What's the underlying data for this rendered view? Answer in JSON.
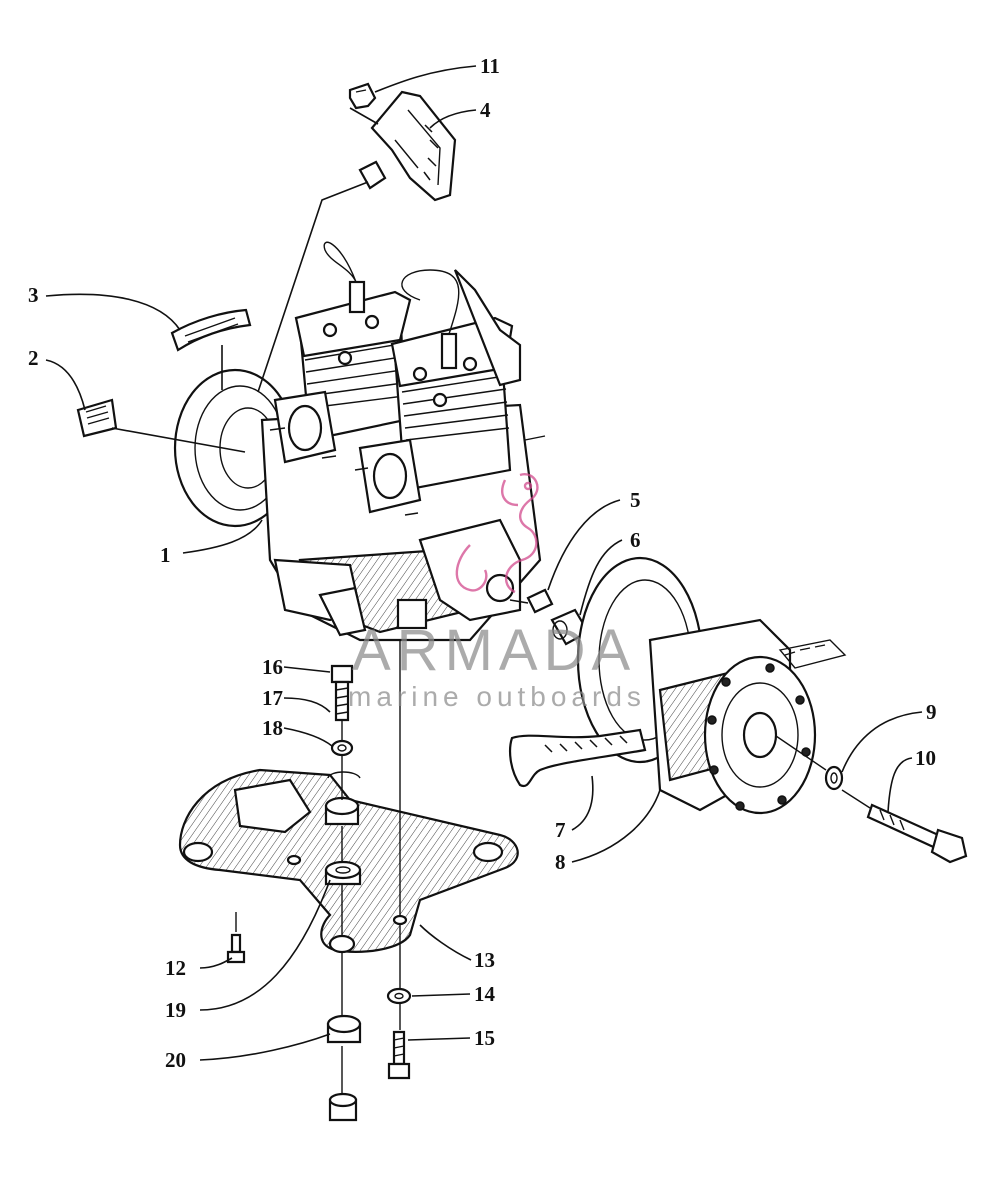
{
  "watermark": {
    "brand": "ARMADA",
    "tagline": "marine outboards",
    "logo_color": "#d24a8c"
  },
  "callouts": [
    {
      "id": "c1",
      "number": "1"
    },
    {
      "id": "c2",
      "number": "2"
    },
    {
      "id": "c3",
      "number": "3"
    },
    {
      "id": "c4",
      "number": "4"
    },
    {
      "id": "c5",
      "number": "5"
    },
    {
      "id": "c6",
      "number": "6"
    },
    {
      "id": "c7",
      "number": "7"
    },
    {
      "id": "c8",
      "number": "8"
    },
    {
      "id": "c9",
      "number": "9"
    },
    {
      "id": "c10",
      "number": "10"
    },
    {
      "id": "c11",
      "number": "11"
    },
    {
      "id": "c12",
      "number": "12"
    },
    {
      "id": "c13",
      "number": "13"
    },
    {
      "id": "c14",
      "number": "14"
    },
    {
      "id": "c15",
      "number": "15"
    },
    {
      "id": "c16",
      "number": "16"
    },
    {
      "id": "c17",
      "number": "17"
    },
    {
      "id": "c18",
      "number": "18"
    },
    {
      "id": "c19",
      "number": "19"
    },
    {
      "id": "c20",
      "number": "20"
    }
  ],
  "colors": {
    "line": "#111111",
    "background": "#ffffff",
    "watermark_text": "#8a8a8a"
  }
}
